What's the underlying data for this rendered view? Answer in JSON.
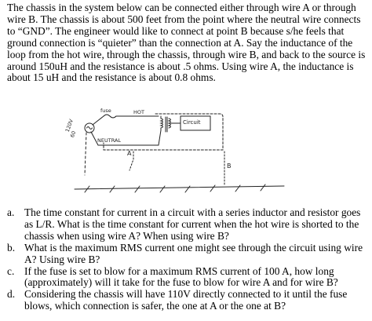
{
  "intro": "The chassis in the system below can be connected either through wire A or through wire B. The chassis is about 500 feet from the point where the neutral wire connects to “GND”. The engineer would like to connect at point B because s/he feels that ground connection is “quieter” than the connection at A. Say the inductance of the loop from the hot wire, through the chassis, through wire B, and back to the source is around 150uH and the resistance is about .5 ohms. Using wire A, the inductance is about 15 uH and the resistance is about 0.8 ohms.",
  "diagram": {
    "fuse_label": "fuse",
    "hot_label": "HOT",
    "neutral_label": "NEUTRAL",
    "source_label": "120V",
    "source_freq": "60",
    "circuit_label": "Circuit",
    "point_a": "A",
    "point_b": "B"
  },
  "questions": [
    {
      "label": "a.",
      "text": "The time constant for current in a circuit with a series inductor and resistor goes as L/R. What is the time constant for current when the hot wire is shorted to the chassis when using wire A? When using wire B?"
    },
    {
      "label": "b.",
      "text": "What is the maximum RMS current one might see through the circuit using wire A? Using wire B?"
    },
    {
      "label": "c.",
      "text": "If the fuse is set to blow for a maximum RMS current of 100 A, how long (approximately) will it take for the fuse to blow for wire A and for wire B?"
    },
    {
      "label": "d.",
      "text": "Considering the chassis will have 110V directly connected to it until the fuse blows, which connection is safer, the one at A or the one at B?"
    }
  ]
}
